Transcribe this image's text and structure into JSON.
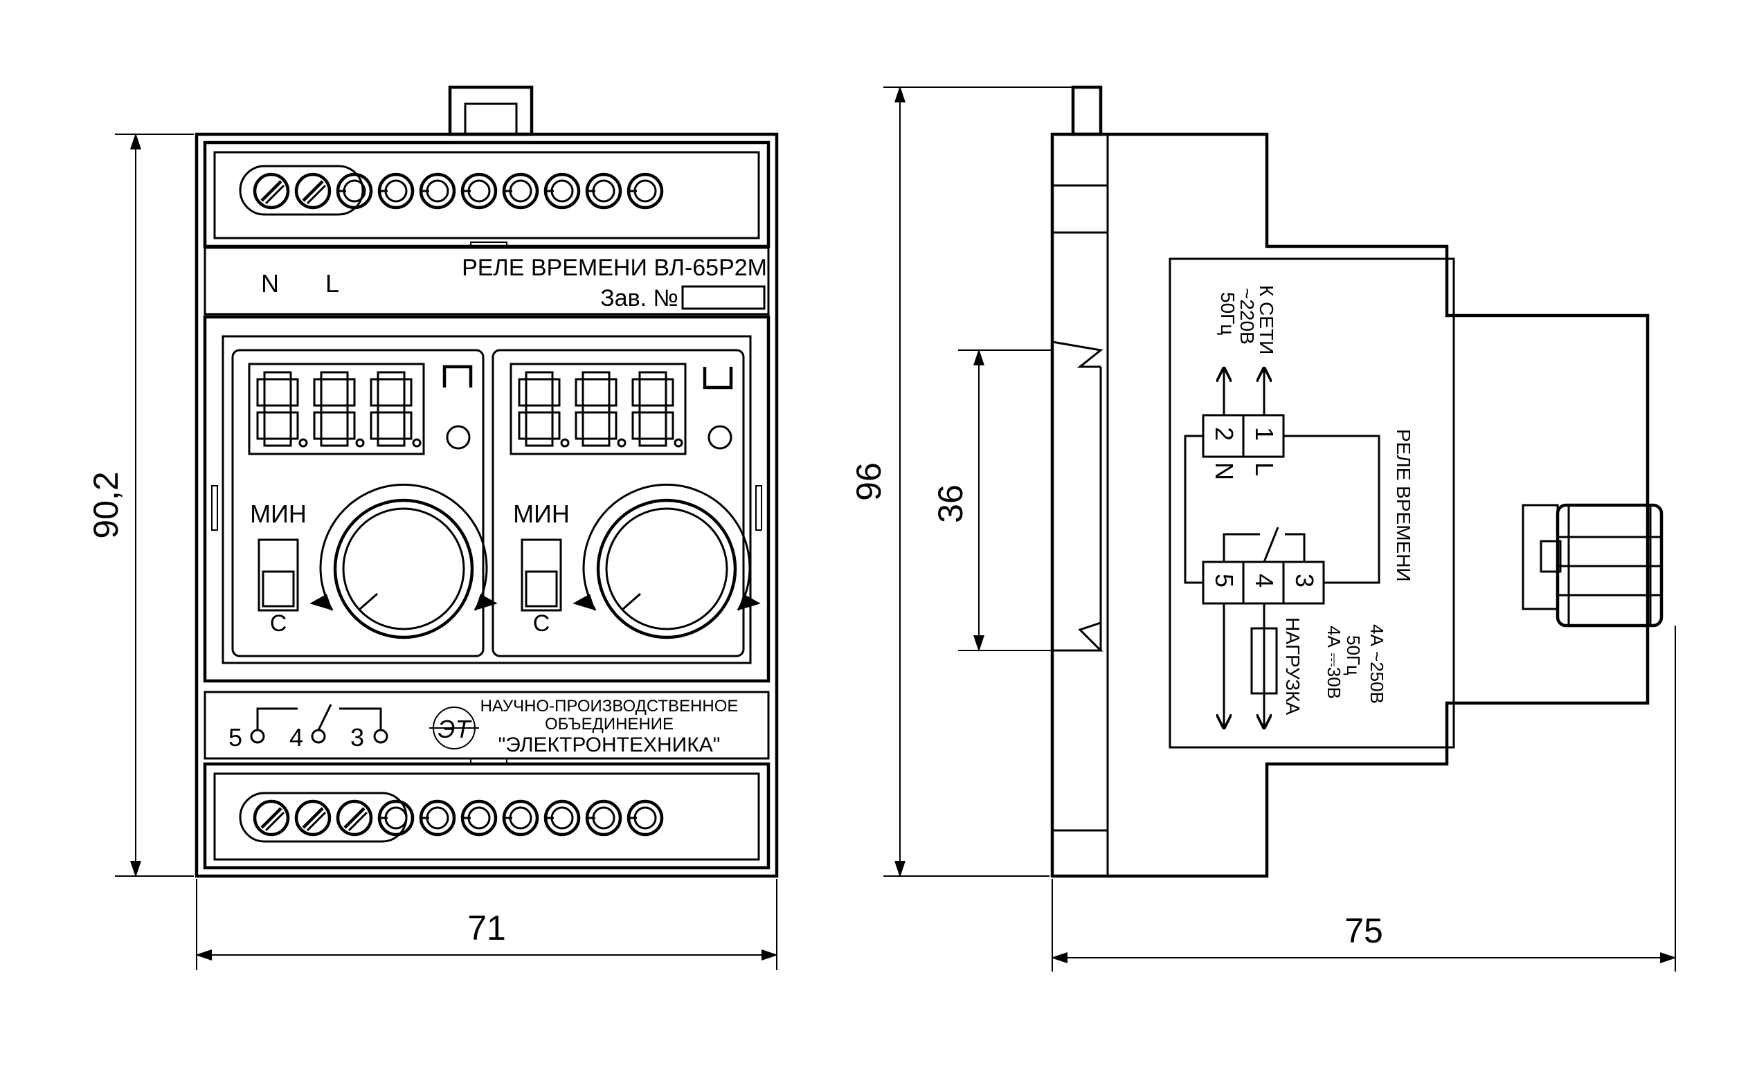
{
  "front": {
    "terminal_n": "N",
    "terminal_l": "L",
    "title": "РЕЛЕ ВРЕМЕНИ ВЛ-65Р2М",
    "serial_label": "Зав. №",
    "channel_1": {
      "unit_top": "МИН",
      "unit_bottom": "С"
    },
    "channel_2": {
      "unit_top": "МИН",
      "unit_bottom": "С"
    },
    "contact_5": "5",
    "contact_4": "4",
    "contact_3": "3",
    "maker_line_1": "НАУЧНО-ПРОИЗВОДСТВЕННОЕ",
    "maker_line_2": "ОБЪЕДИНЕНИЕ",
    "maker_line_3": "\"ЭЛЕКТРОНТЕХНИКА\"",
    "logo_text": "ЭТ"
  },
  "side": {
    "mains_line_1": "К СЕТИ",
    "mains_line_2": "~220В",
    "mains_line_3": "50Гц",
    "pin_1": "1",
    "pin_2": "2",
    "pin_3": "3",
    "pin_4": "4",
    "pin_5": "5",
    "pin_l": "L",
    "pin_n": "N",
    "device_name": "РЕЛЕ ВРЕМЕНИ",
    "rating_1": "4А ~250В",
    "rating_2": "50Гц",
    "rating_3": "4А ⎓30В",
    "load": "НАГРУЗКА"
  },
  "dimensions": {
    "front_height": "90,2",
    "front_width": "71",
    "side_height": "96",
    "rail_width": "36",
    "side_depth": "75"
  }
}
